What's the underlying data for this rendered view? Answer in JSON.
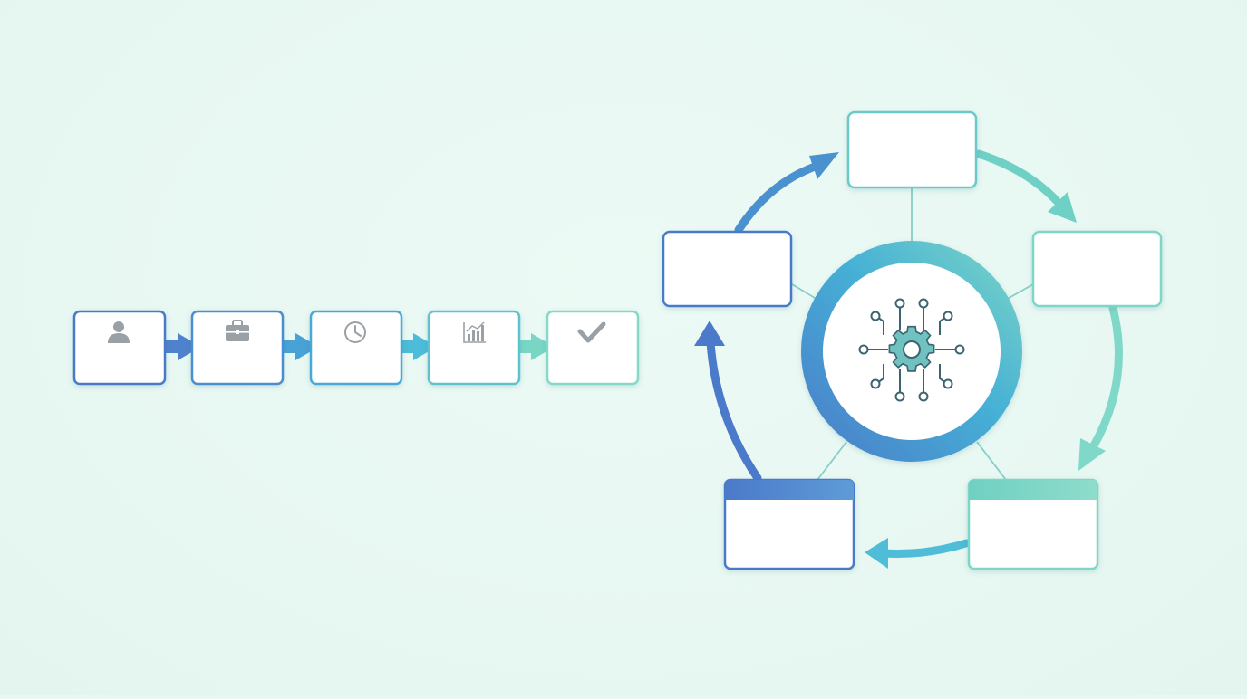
{
  "colors": {
    "background": "#e8f7f1",
    "blue": "#4a7ac9",
    "mid": "#45b0d6",
    "teal": "#7dd6c4",
    "icon": "#9aa1a6",
    "hub_icon": "#3c6470",
    "hub_gear": "#6fc2c0",
    "connector": "#7fc9c6"
  },
  "linear_flow": {
    "steps": [
      {
        "icon": "user-icon",
        "label": ""
      },
      {
        "icon": "briefcase-icon",
        "label": ""
      },
      {
        "icon": "clock-icon",
        "label": ""
      },
      {
        "icon": "bar-chart-icon",
        "label": ""
      },
      {
        "icon": "checkmark-icon",
        "label": ""
      }
    ]
  },
  "cycle": {
    "hub_icon": "gear-network-icon",
    "nodes": [
      {
        "name": "top",
        "label": "",
        "header": false
      },
      {
        "name": "right",
        "label": "",
        "header": false
      },
      {
        "name": "bottom-right",
        "label": "",
        "header": true
      },
      {
        "name": "bottom-left",
        "label": "",
        "header": true
      },
      {
        "name": "left",
        "label": "",
        "header": false
      }
    ]
  }
}
